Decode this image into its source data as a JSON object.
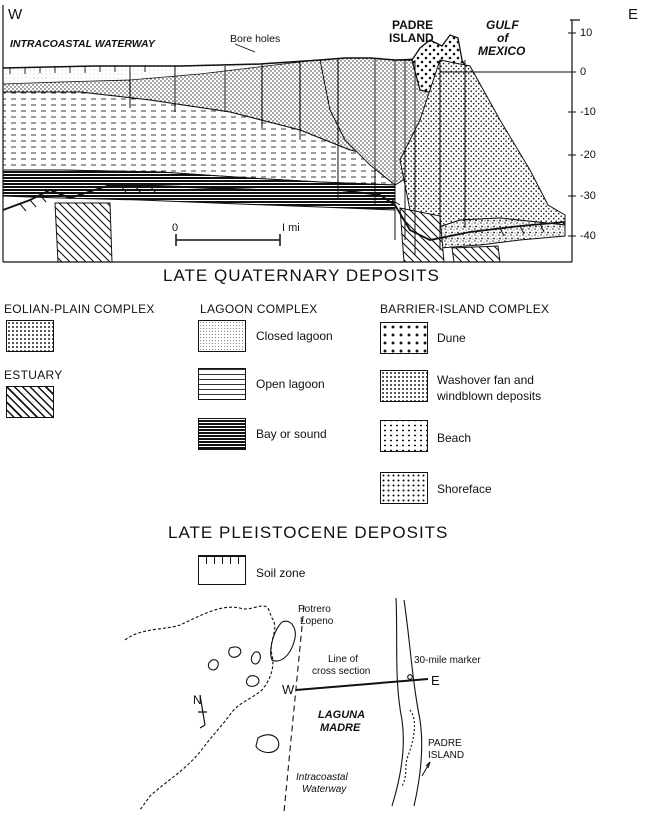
{
  "section": {
    "west": "W",
    "east": "E",
    "labels": {
      "intracoastal": "INTRACOASTAL WATERWAY",
      "bore_holes": "Bore holes",
      "padre": "PADRE",
      "island": "ISLAND",
      "gulf": "GULF",
      "of": "of",
      "mexico": "MEXICO"
    },
    "scale": {
      "zero": "0",
      "mile": "I mi"
    },
    "axis_ticks": [
      "10",
      "0",
      "-10",
      "-20",
      "-30",
      "-40"
    ]
  },
  "legend": {
    "quaternary_title": "LATE QUATERNARY DEPOSITS",
    "groups": {
      "eolian": "EOLIAN-PLAIN COMPLEX",
      "lagoon": "LAGOON COMPLEX",
      "barrier": "BARRIER-ISLAND COMPLEX",
      "estuary": "ESTUARY"
    },
    "items": {
      "closed_lagoon": "Closed lagoon",
      "open_lagoon": "Open lagoon",
      "bay": "Bay or sound",
      "dune": "Dune",
      "washover_1": "Washover fan and",
      "washover_2": "windblown deposits",
      "beach": "Beach",
      "shoreface": "Shoreface"
    },
    "pleistocene_title": "LATE PLEISTOCENE DEPOSITS",
    "soil_zone": "Soil zone"
  },
  "map": {
    "potrero": "Potrero",
    "lopeno": "Lopeno",
    "line_1": "Line of",
    "line_2": "cross section",
    "marker": "30-mile marker",
    "west": "W",
    "east": "E",
    "north": "N",
    "laguna": "LAGUNA",
    "madre": "MADRE",
    "padre": "PADRE",
    "island": "ISLAND",
    "icw_1": "Intracoastal",
    "icw_2": "Waterway"
  },
  "colors": {
    "ink": "#111111",
    "paper": "#ffffff"
  }
}
